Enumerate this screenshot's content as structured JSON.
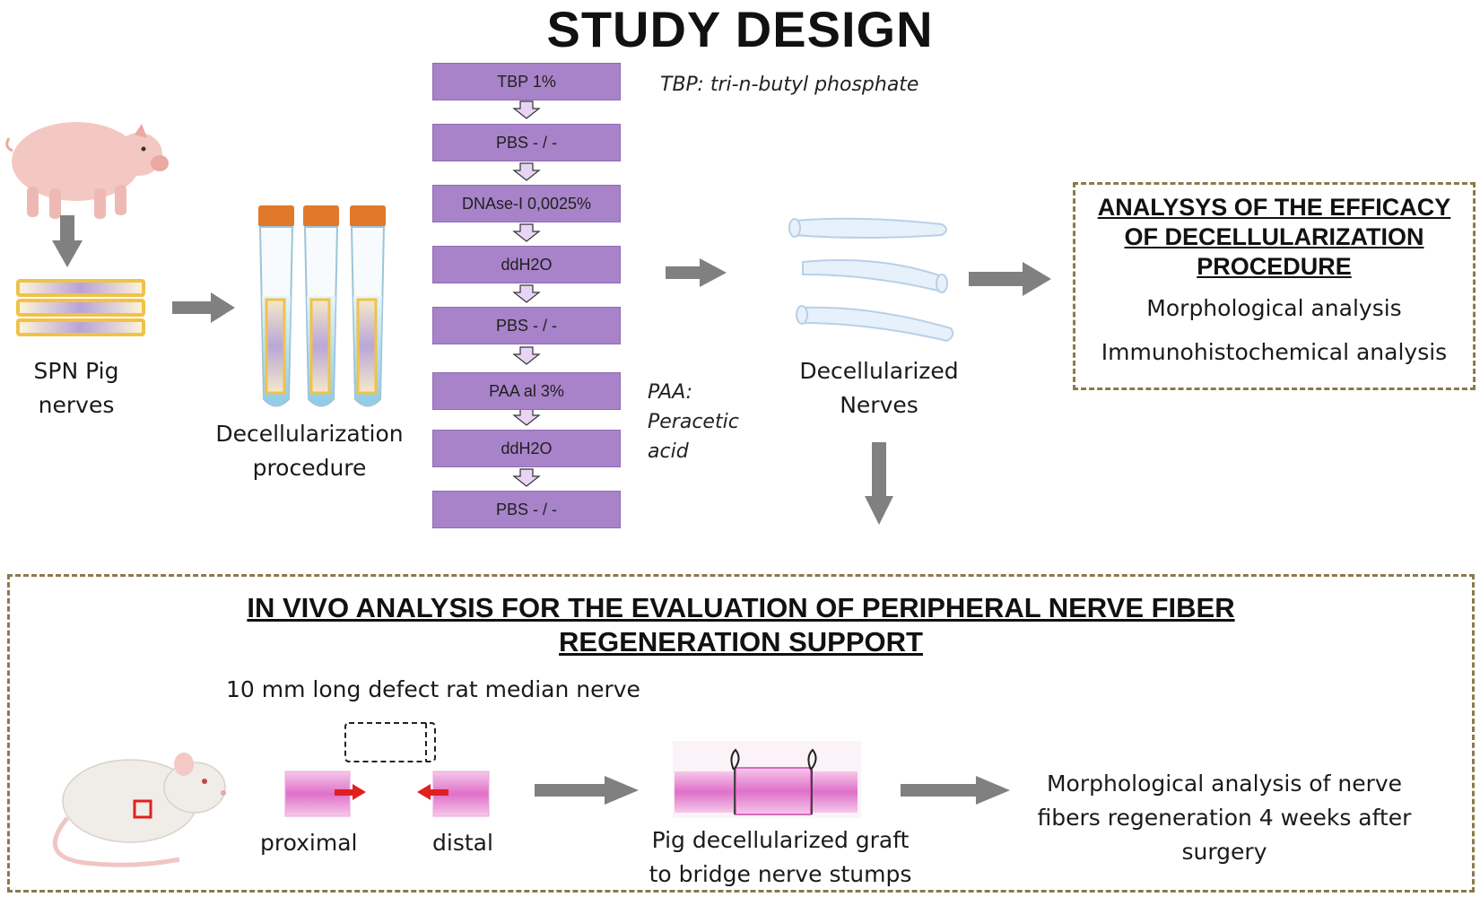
{
  "title": "STUDY DESIGN",
  "protocol_steps": [
    "TBP 1%",
    "PBS - / -",
    "DNAse-I 0,0025%",
    "ddH2O",
    "PBS - / -",
    "PAA al 3%",
    "ddH2O",
    "PBS - / -"
  ],
  "notes": {
    "tbp": "TBP: tri-n-butyl phosphate",
    "paa_line1": "PAA:",
    "paa_line2": "Peracetic",
    "paa_line3": "acid"
  },
  "labels": {
    "spn_line1": "SPN Pig",
    "spn_line2": "nerves",
    "decell_line1": "Decellularization",
    "decell_line2": "procedure",
    "decnerves_line1": "Decellularized",
    "decnerves_line2": "Nerves"
  },
  "efficacy_box": {
    "heading_line1": "ANALYSYS OF THE EFFICACY",
    "heading_line2": "OF DECELLULARIZATION",
    "heading_line3": "PROCEDURE",
    "item1": "Morphological analysis",
    "item2": "Immunohistochemical analysis"
  },
  "invivo_box": {
    "heading_line1": "IN VIVO ANALYSIS FOR THE EVALUATION OF PERIPHERAL NERVE FIBER",
    "heading_line2": "REGENERATION SUPPORT",
    "defect_label": "10 mm long defect rat median nerve",
    "proximal": "proximal",
    "distal": "distal",
    "graft_line1": "Pig decellularized graft",
    "graft_line2": "to bridge nerve stumps",
    "result_line1": "Morphological analysis of nerve",
    "result_line2": "fibers regeneration 4 weeks after",
    "result_line3": "surgery"
  },
  "colors": {
    "step_fill": "#a883c9",
    "arrow_gray": "#808080",
    "box_border": "#8a7a4a",
    "tissue_pink": "#e89ad6",
    "marker_red": "#e02020"
  }
}
